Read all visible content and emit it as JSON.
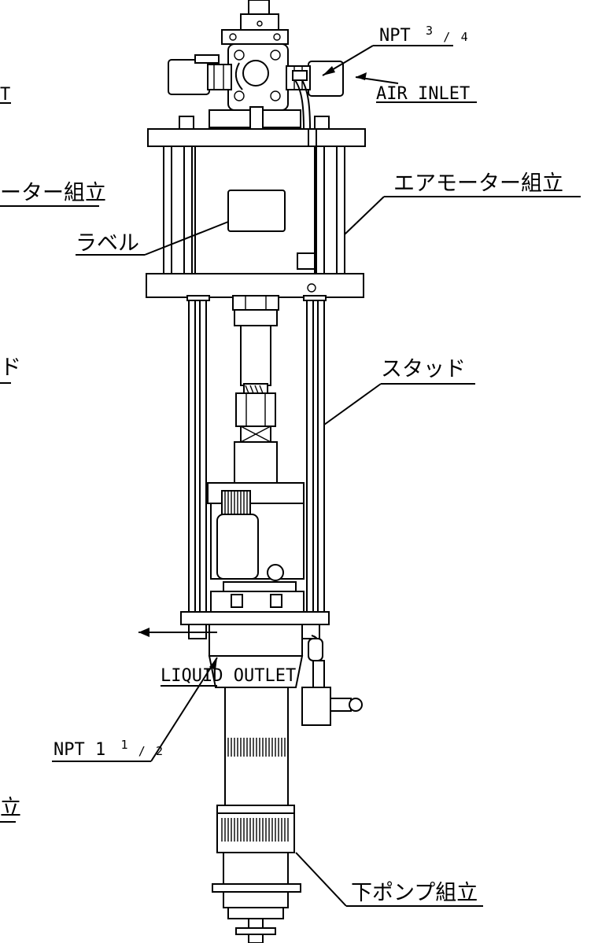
{
  "labels": {
    "npt_top_prefix": "NPT",
    "npt_top_num": "3",
    "npt_top_den": "4",
    "air_inlet": "AIR INLET",
    "air_motor_right": "エアモーター組立",
    "air_motor_left_cut": "ーター組立",
    "label_jp": "ラベル",
    "stud": "スタッド",
    "stud_left_cut": "ド",
    "liquid_outlet": "LIQUID OUTLET",
    "npt_bottom_prefix": "NPT 1",
    "npt_bottom_num": "1",
    "npt_bottom_den": "2",
    "lower_pump": "下ポンプ組立",
    "lower_pump_left_cut": "立",
    "left_top_cut": "T"
  },
  "colors": {
    "line": "#000000",
    "background": "#ffffff"
  }
}
